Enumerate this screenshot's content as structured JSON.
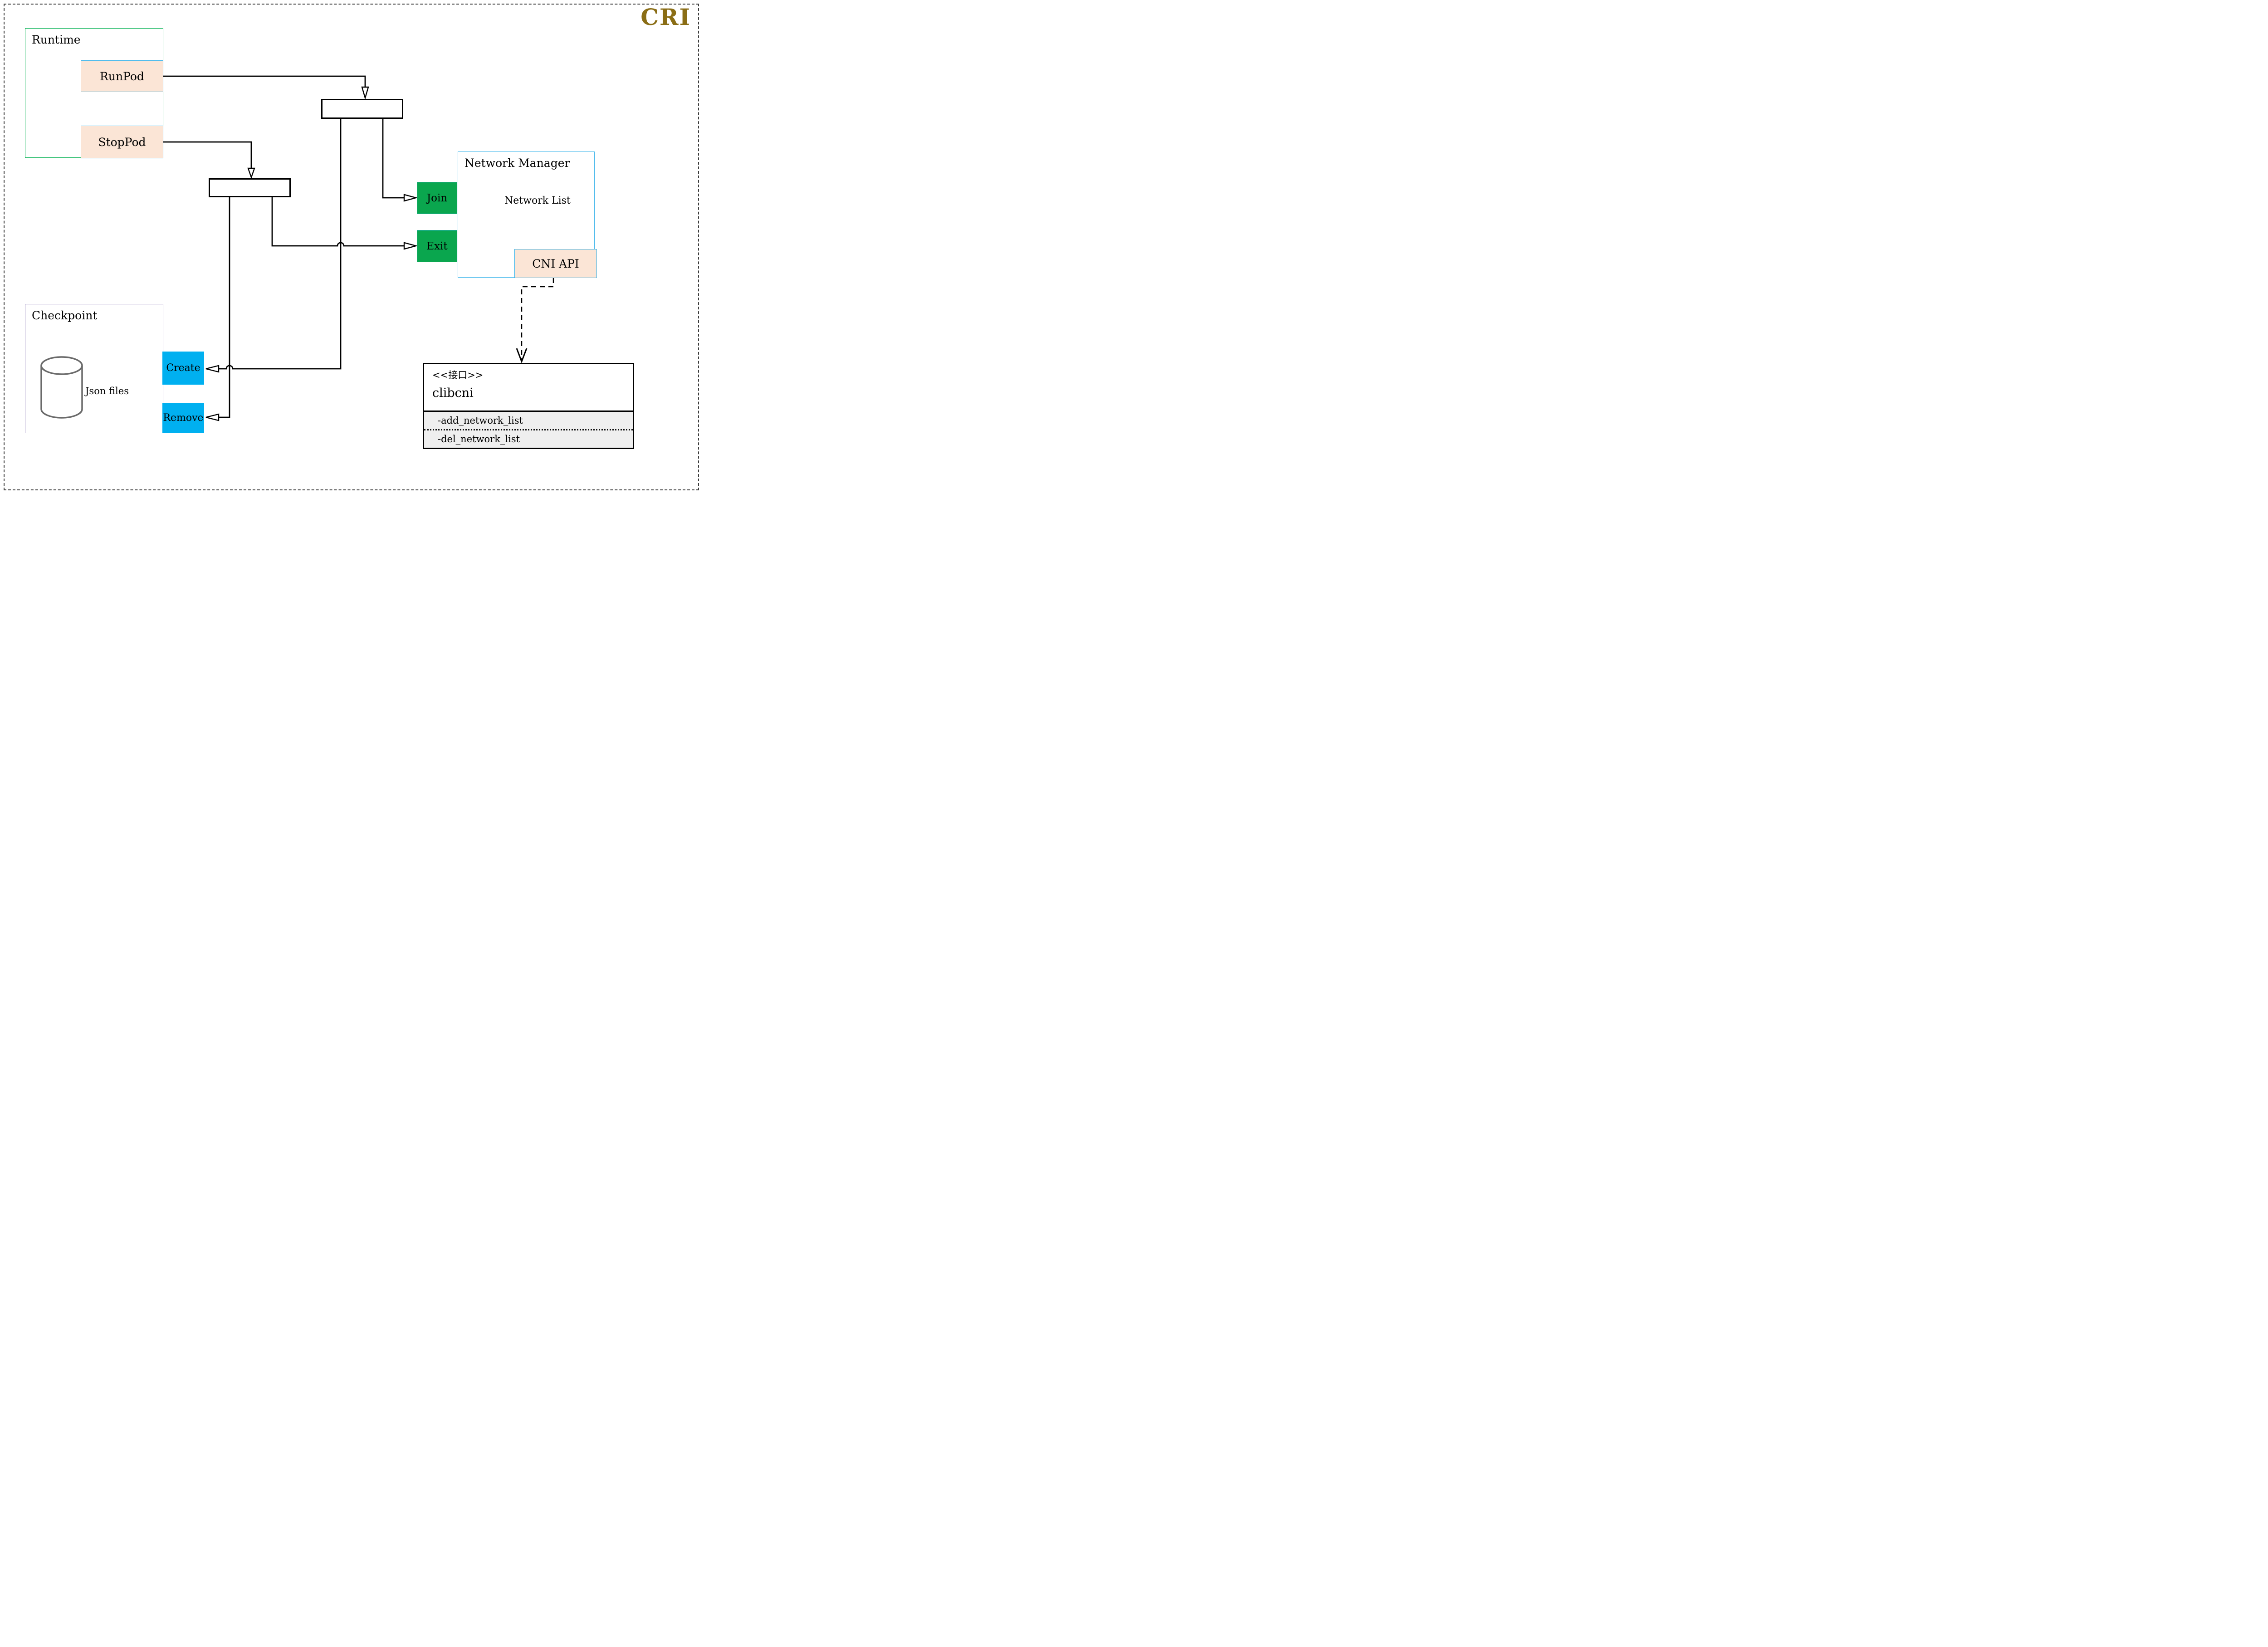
{
  "badge": {
    "label": "CRI",
    "color": "#8a6d15"
  },
  "runtime": {
    "title": "Runtime",
    "run_pod": "RunPod",
    "stop_pod": "StopPod"
  },
  "network_manager": {
    "title": "Network Manager",
    "network_list": "Network List",
    "join": "Join",
    "exit": "Exit",
    "cni_api": "CNI API"
  },
  "checkpoint": {
    "title": "Checkpoint",
    "json_files": "Json files",
    "create": "Create",
    "remove": "Remove"
  },
  "clibcni": {
    "stereotype": "<<接口>>",
    "name": "clibcni",
    "method_add": "-add_network_list",
    "method_del": "-del_network_list"
  },
  "colors": {
    "badge_gold": "#8a6d15",
    "peach_fill": "#fbe5d6",
    "chip_border_blue": "#3ab4ea",
    "green_fill": "#0aa64e",
    "cyan_fill": "#00b0f0",
    "runtime_border": "#00b050",
    "checkpoint_border": "#9c8fc0",
    "network_manager_border": "#3ab4ea",
    "cylinder_stroke": "#6a6a6a",
    "uml_section_bg": "#efefef"
  }
}
